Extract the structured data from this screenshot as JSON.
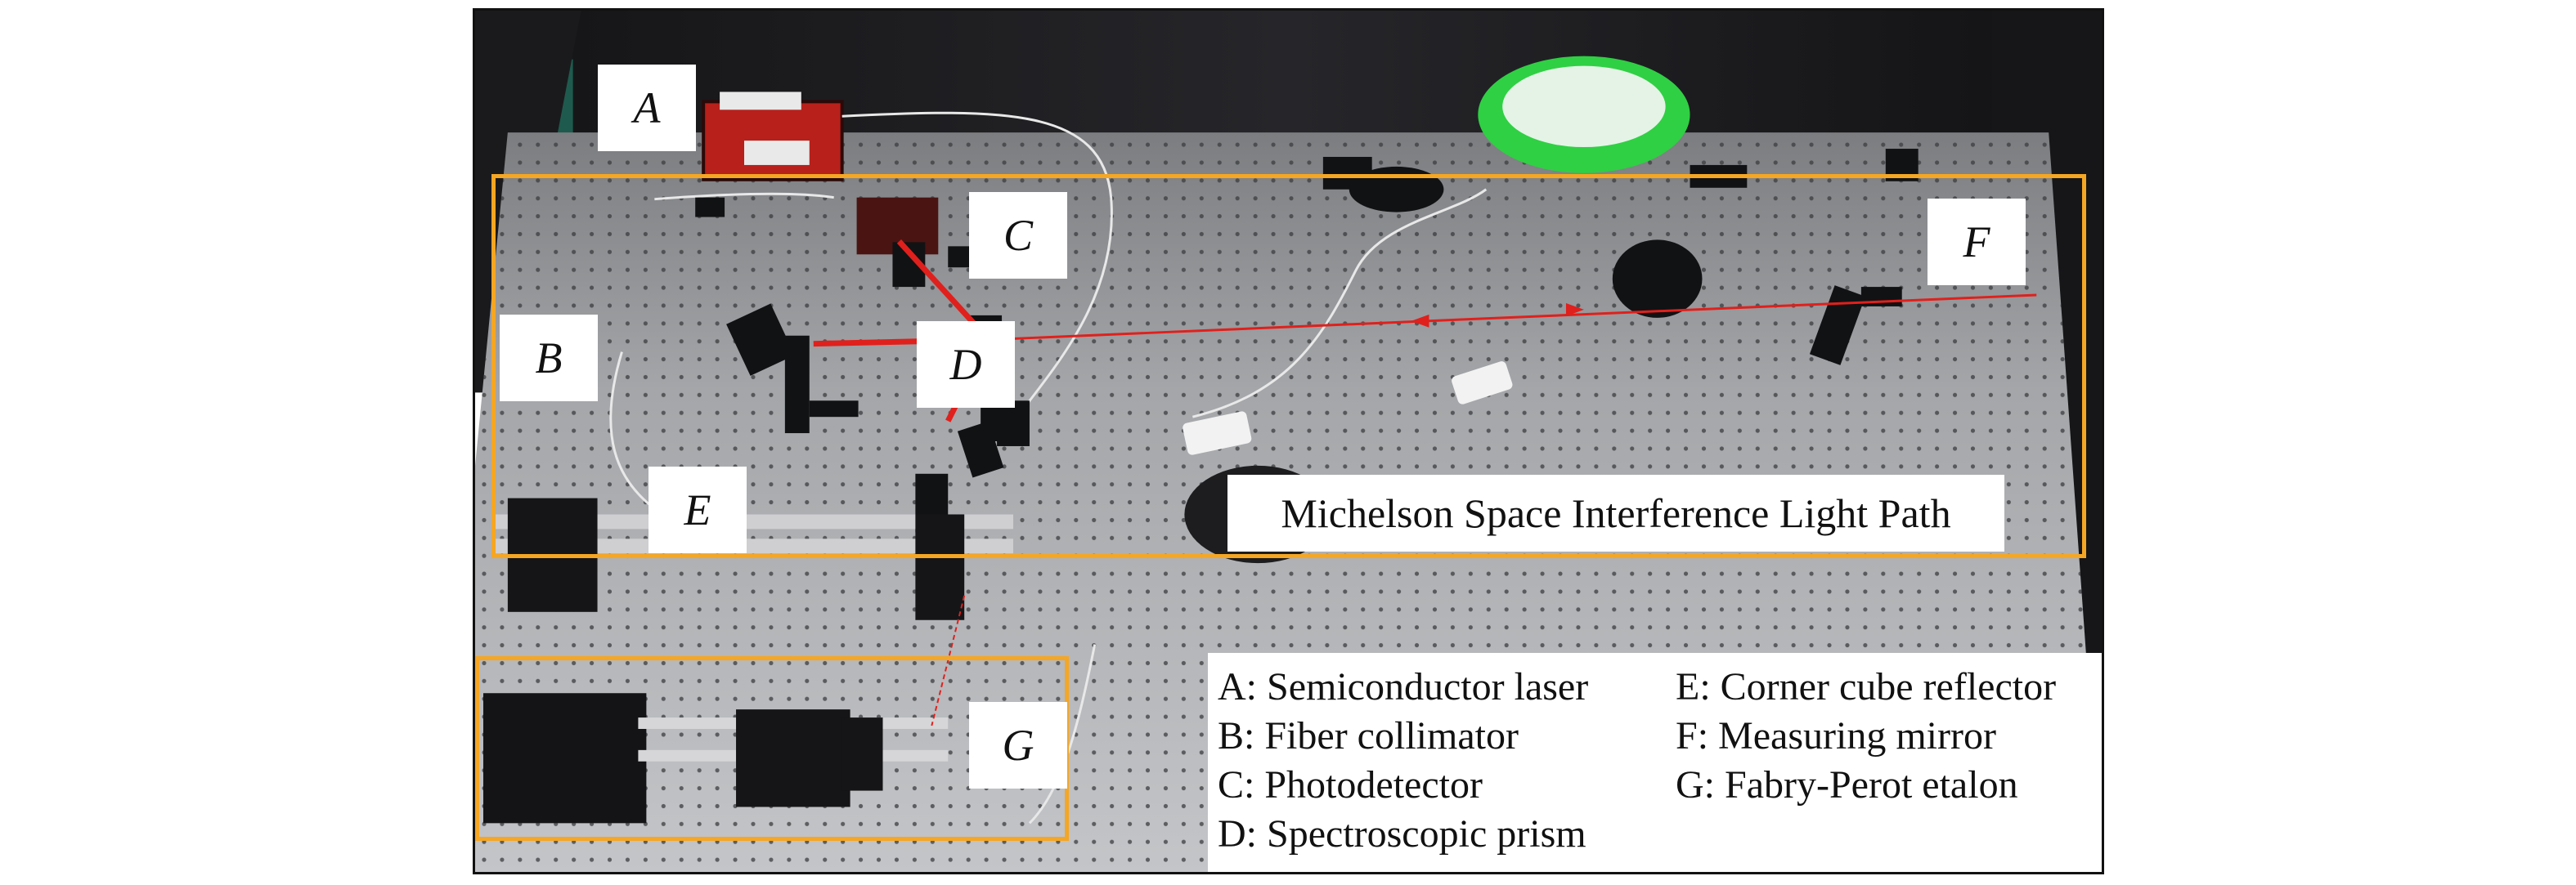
{
  "labels": {
    "a": "A",
    "b": "B",
    "c": "C",
    "d": "D",
    "e": "E",
    "f": "F",
    "g": "G"
  },
  "caption": "Michelson Space Interference Light Path",
  "legend": [
    "A: Semiconductor laser",
    "E: Corner cube reflector",
    "B: Fiber collimator",
    "F: Measuring mirror",
    "C: Photodetector",
    "G: Fabry-Perot etalon",
    "D: Spectroscopic prism"
  ],
  "colors": {
    "frame_orange": "#f5a623",
    "laser_red": "#e0201c",
    "table_gray": "#a9abae",
    "curtain": "#1a1a1c"
  }
}
